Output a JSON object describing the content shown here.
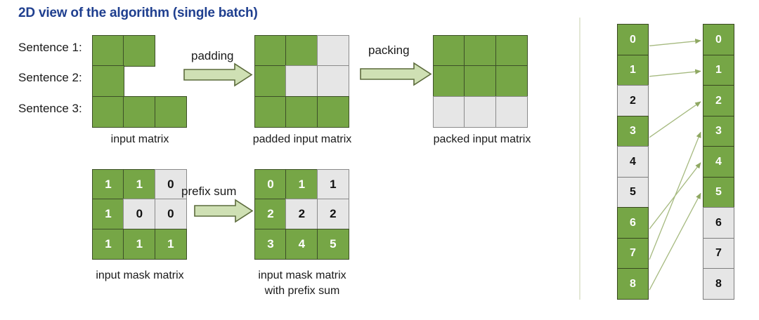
{
  "title": "2D view of the algorithm (single batch)",
  "colors": {
    "title": "#1f3f8f",
    "green": "#76a646",
    "grey": "#e6e6e6",
    "arrow_fill": "#cfe0b4",
    "arrow_stroke": "#5c6b3c",
    "divider": "#e4e8d6",
    "thin_arrow": "#9fb377"
  },
  "row_labels": [
    {
      "text": "Sentence 1:"
    },
    {
      "text": "Sentence 2:"
    },
    {
      "text": "Sentence 3:"
    }
  ],
  "matrices": {
    "input": {
      "caption": "input matrix",
      "rows": [
        [
          {
            "state": "green",
            "value": ""
          },
          {
            "state": "green",
            "value": ""
          },
          {
            "state": "empty",
            "value": ""
          }
        ],
        [
          {
            "state": "green",
            "value": ""
          },
          {
            "state": "empty",
            "value": ""
          },
          {
            "state": "empty",
            "value": ""
          }
        ],
        [
          {
            "state": "green",
            "value": ""
          },
          {
            "state": "green",
            "value": ""
          },
          {
            "state": "green",
            "value": ""
          }
        ]
      ]
    },
    "padded": {
      "caption": "padded input matrix",
      "rows": [
        [
          {
            "state": "green",
            "value": ""
          },
          {
            "state": "green",
            "value": ""
          },
          {
            "state": "grey",
            "value": ""
          }
        ],
        [
          {
            "state": "green",
            "value": ""
          },
          {
            "state": "grey",
            "value": ""
          },
          {
            "state": "grey",
            "value": ""
          }
        ],
        [
          {
            "state": "green",
            "value": ""
          },
          {
            "state": "green",
            "value": ""
          },
          {
            "state": "green",
            "value": ""
          }
        ]
      ]
    },
    "packed": {
      "caption": "packed input matrix",
      "rows": [
        [
          {
            "state": "green",
            "value": ""
          },
          {
            "state": "green",
            "value": ""
          },
          {
            "state": "green",
            "value": ""
          }
        ],
        [
          {
            "state": "green",
            "value": ""
          },
          {
            "state": "green",
            "value": ""
          },
          {
            "state": "green",
            "value": ""
          }
        ],
        [
          {
            "state": "grey",
            "value": ""
          },
          {
            "state": "grey",
            "value": ""
          },
          {
            "state": "grey",
            "value": ""
          }
        ]
      ]
    },
    "mask": {
      "caption": "input mask matrix",
      "rows": [
        [
          {
            "state": "green",
            "value": "1"
          },
          {
            "state": "green",
            "value": "1"
          },
          {
            "state": "grey",
            "value": "0"
          }
        ],
        [
          {
            "state": "green",
            "value": "1"
          },
          {
            "state": "grey",
            "value": "0"
          },
          {
            "state": "grey",
            "value": "0"
          }
        ],
        [
          {
            "state": "green",
            "value": "1"
          },
          {
            "state": "green",
            "value": "1"
          },
          {
            "state": "green",
            "value": "1"
          }
        ]
      ]
    },
    "prefix": {
      "caption_line1": "input mask matrix",
      "caption_line2": "with prefix sum",
      "rows": [
        [
          {
            "state": "green",
            "value": "0"
          },
          {
            "state": "green",
            "value": "1"
          },
          {
            "state": "grey",
            "value": "1"
          }
        ],
        [
          {
            "state": "green",
            "value": "2"
          },
          {
            "state": "grey",
            "value": "2"
          },
          {
            "state": "grey",
            "value": "2"
          }
        ],
        [
          {
            "state": "green",
            "value": "3"
          },
          {
            "state": "green",
            "value": "4"
          },
          {
            "state": "green",
            "value": "5"
          }
        ]
      ]
    }
  },
  "arrows": [
    {
      "label": "padding"
    },
    {
      "label": "packing"
    },
    {
      "label": "prefix sum"
    }
  ],
  "right_panel": {
    "source_column": [
      {
        "value": "0",
        "state": "green"
      },
      {
        "value": "1",
        "state": "green"
      },
      {
        "value": "2",
        "state": "grey"
      },
      {
        "value": "3",
        "state": "green"
      },
      {
        "value": "4",
        "state": "grey"
      },
      {
        "value": "5",
        "state": "grey"
      },
      {
        "value": "6",
        "state": "green"
      },
      {
        "value": "7",
        "state": "green"
      },
      {
        "value": "8",
        "state": "green"
      }
    ],
    "target_column": [
      {
        "value": "0",
        "state": "green"
      },
      {
        "value": "1",
        "state": "green"
      },
      {
        "value": "2",
        "state": "green"
      },
      {
        "value": "3",
        "state": "green"
      },
      {
        "value": "4",
        "state": "green"
      },
      {
        "value": "5",
        "state": "green"
      },
      {
        "value": "6",
        "state": "grey"
      },
      {
        "value": "7",
        "state": "grey"
      },
      {
        "value": "8",
        "state": "grey"
      }
    ],
    "mapping": [
      {
        "from": 0,
        "to": 0
      },
      {
        "from": 1,
        "to": 1
      },
      {
        "from": 3,
        "to": 2
      },
      {
        "from": 6,
        "to": 4
      },
      {
        "from": 7,
        "to": 3
      },
      {
        "from": 8,
        "to": 5
      }
    ]
  }
}
